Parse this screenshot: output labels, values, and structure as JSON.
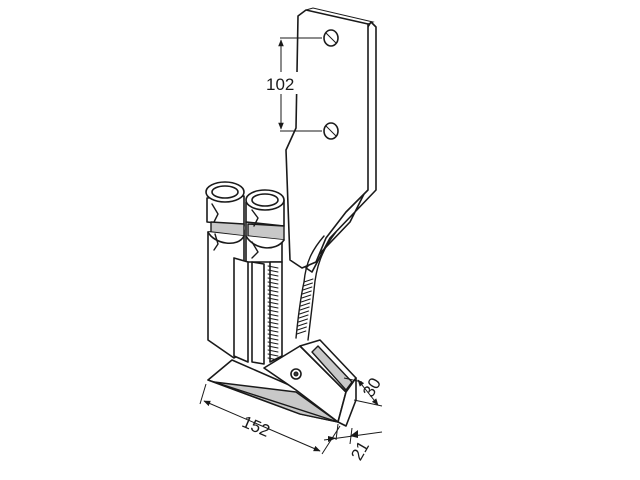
{
  "dimensions": {
    "hole_spacing": "102",
    "blade_length": "152",
    "tip_height": "30",
    "tip_width": "21"
  },
  "colors": {
    "line": "#1a1a1a",
    "shade": "#c8c8c8",
    "background": "#ffffff"
  }
}
